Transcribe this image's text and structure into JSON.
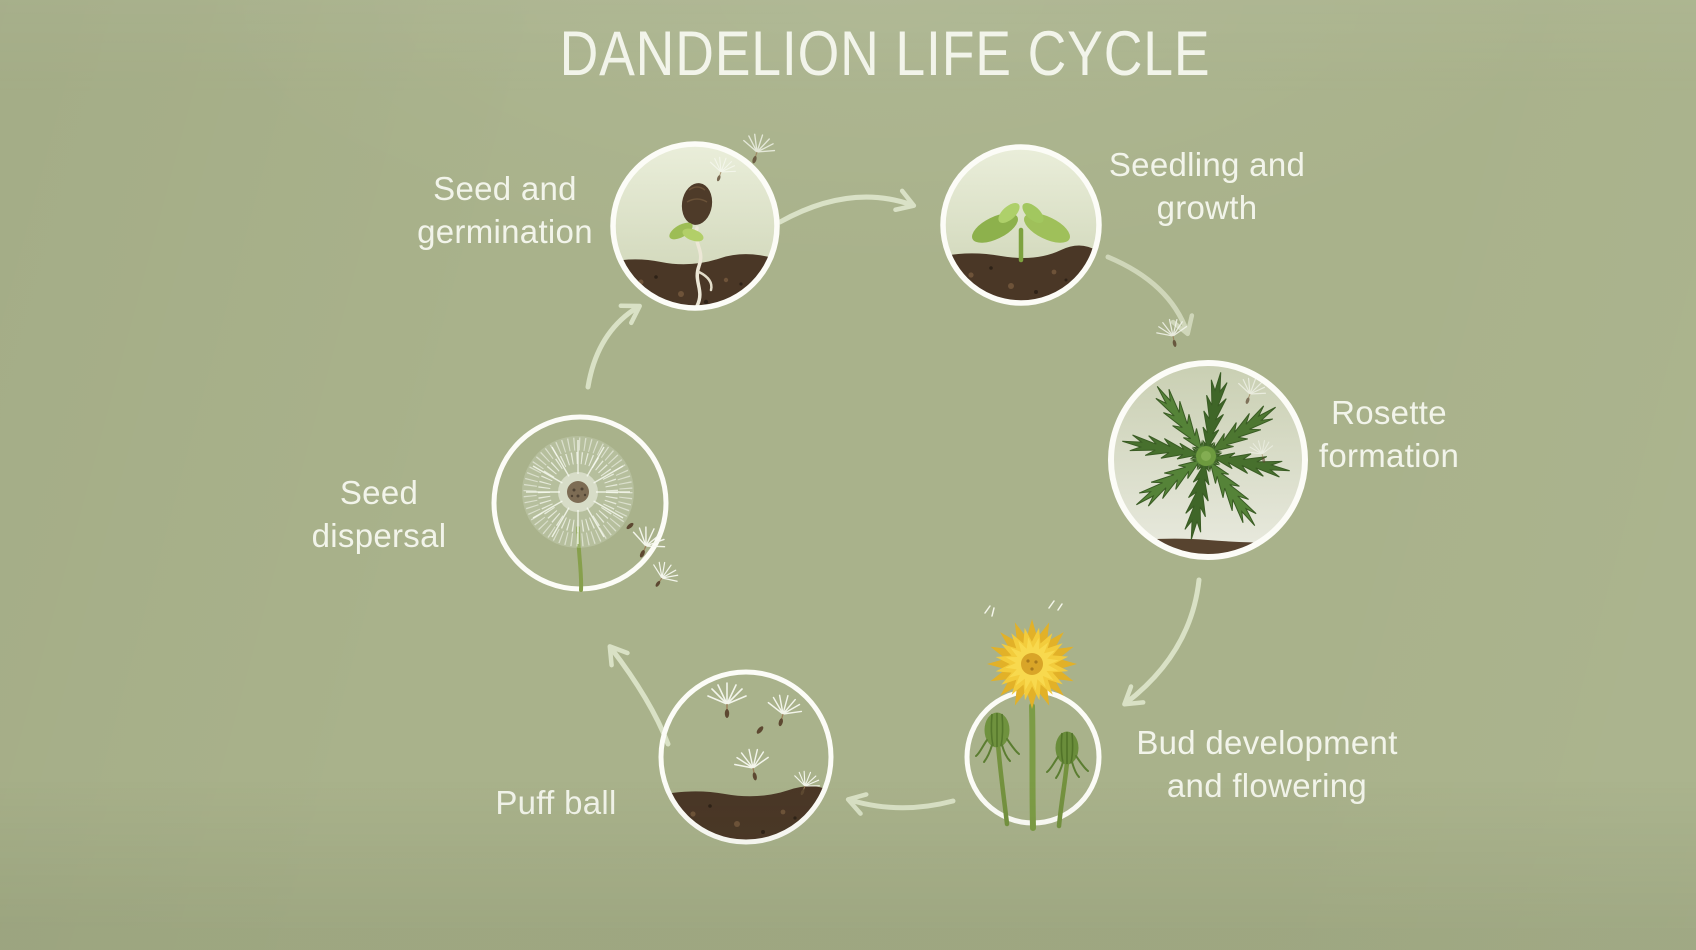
{
  "title": "DANDELION LIFE CYCLE",
  "stages": [
    {
      "name": "seed-and-germination",
      "label_line1": "Seed and",
      "label_line2": "germination",
      "icon": "germinating-seed-icon"
    },
    {
      "name": "seedling-and-growth",
      "label_line1": "Seedling and",
      "label_line2": "growth",
      "icon": "seedling-icon"
    },
    {
      "name": "rosette-formation",
      "label_line1": "Rosette",
      "label_line2": "formation",
      "icon": "leaf-rosette-icon"
    },
    {
      "name": "bud-development-and-flowering",
      "label_line1": "Bud development",
      "label_line2": "and flowering",
      "icon": "dandelion-flower-and-buds-icon"
    },
    {
      "name": "puff-ball",
      "label_line1": "Puff ball",
      "label_line2": "",
      "icon": "falling-seeds-icon"
    },
    {
      "name": "seed-dispersal",
      "label_line1": "Seed",
      "label_line2": "dispersal",
      "icon": "dandelion-seed-head-icon"
    }
  ],
  "flow": [
    {
      "from": "seed-and-germination",
      "to": "seedling-and-growth"
    },
    {
      "from": "seedling-and-growth",
      "to": "rosette-formation"
    },
    {
      "from": "rosette-formation",
      "to": "bud-development-and-flowering"
    },
    {
      "from": "bud-development-and-flowering",
      "to": "puff-ball"
    },
    {
      "from": "puff-ball",
      "to": "seed-dispersal"
    },
    {
      "from": "seed-dispersal",
      "to": "seed-and-germination"
    }
  ],
  "colors": {
    "background": "#a9b28b",
    "title_text": "#f2f4ea",
    "label_text": "#f2f4ea",
    "circle_ring": "#fcfcf7",
    "arrow": "#dee5cb",
    "soil_brown": "#4a3726",
    "leaf_green": "#4e7a33",
    "flower_yellow": "#eec32f"
  }
}
